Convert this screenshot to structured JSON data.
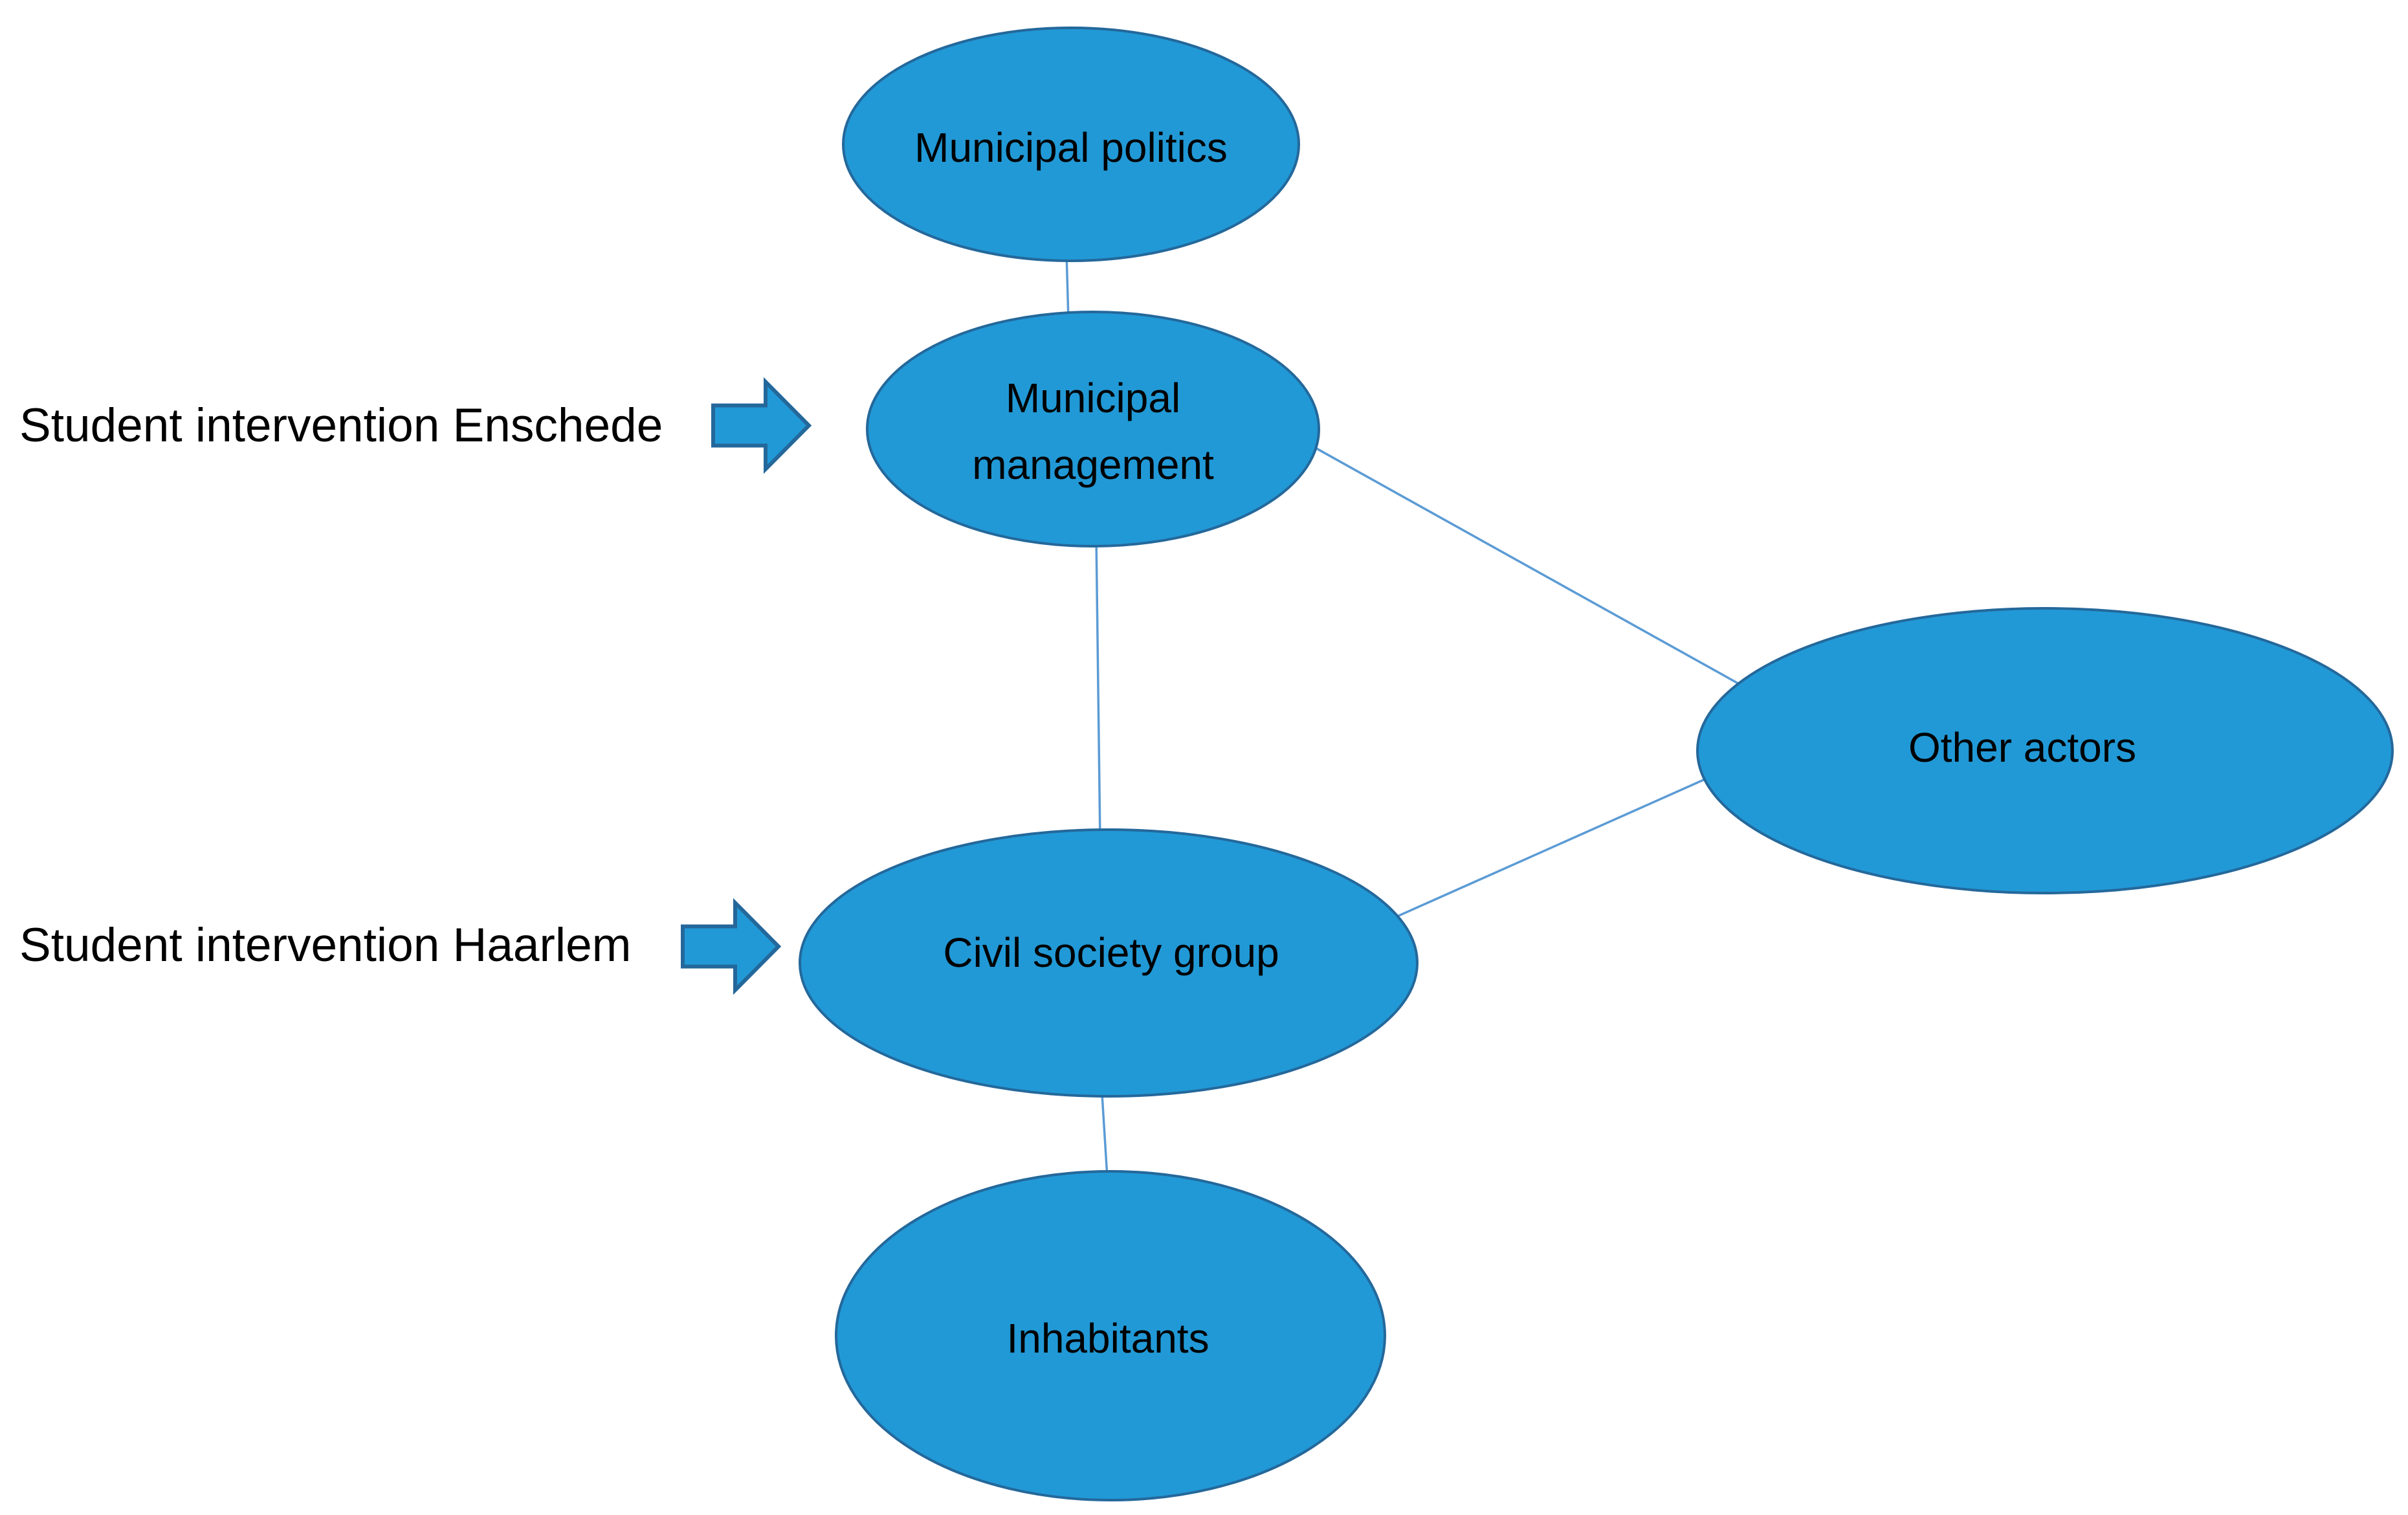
{
  "diagram": {
    "nodes": [
      {
        "id": "municipal-politics",
        "lines": [
          "Municipal politics"
        ]
      },
      {
        "id": "municipal-management",
        "lines": [
          "Municipal",
          "management"
        ]
      },
      {
        "id": "other-actors",
        "lines": [
          "Other actors"
        ]
      },
      {
        "id": "civil-society-group",
        "lines": [
          "Civil society group"
        ]
      },
      {
        "id": "inhabitants",
        "lines": [
          "Inhabitants"
        ]
      }
    ],
    "edges": [
      {
        "from": "municipal-politics",
        "to": "municipal-management"
      },
      {
        "from": "municipal-management",
        "to": "other-actors"
      },
      {
        "from": "municipal-management",
        "to": "civil-society-group"
      },
      {
        "from": "civil-society-group",
        "to": "other-actors"
      },
      {
        "from": "civil-society-group",
        "to": "inhabitants"
      }
    ],
    "annotations": [
      {
        "label": "Student intervention Enschede",
        "points_to": "municipal-management"
      },
      {
        "label": "Student intervention Haarlem",
        "points_to": "civil-society-group"
      }
    ],
    "colors": {
      "shape_fill": "#2199D6",
      "shape_stroke": "#24689B",
      "connector": "#5B9BD5",
      "label_text": "#000000",
      "background": "#FFFFFF"
    }
  }
}
